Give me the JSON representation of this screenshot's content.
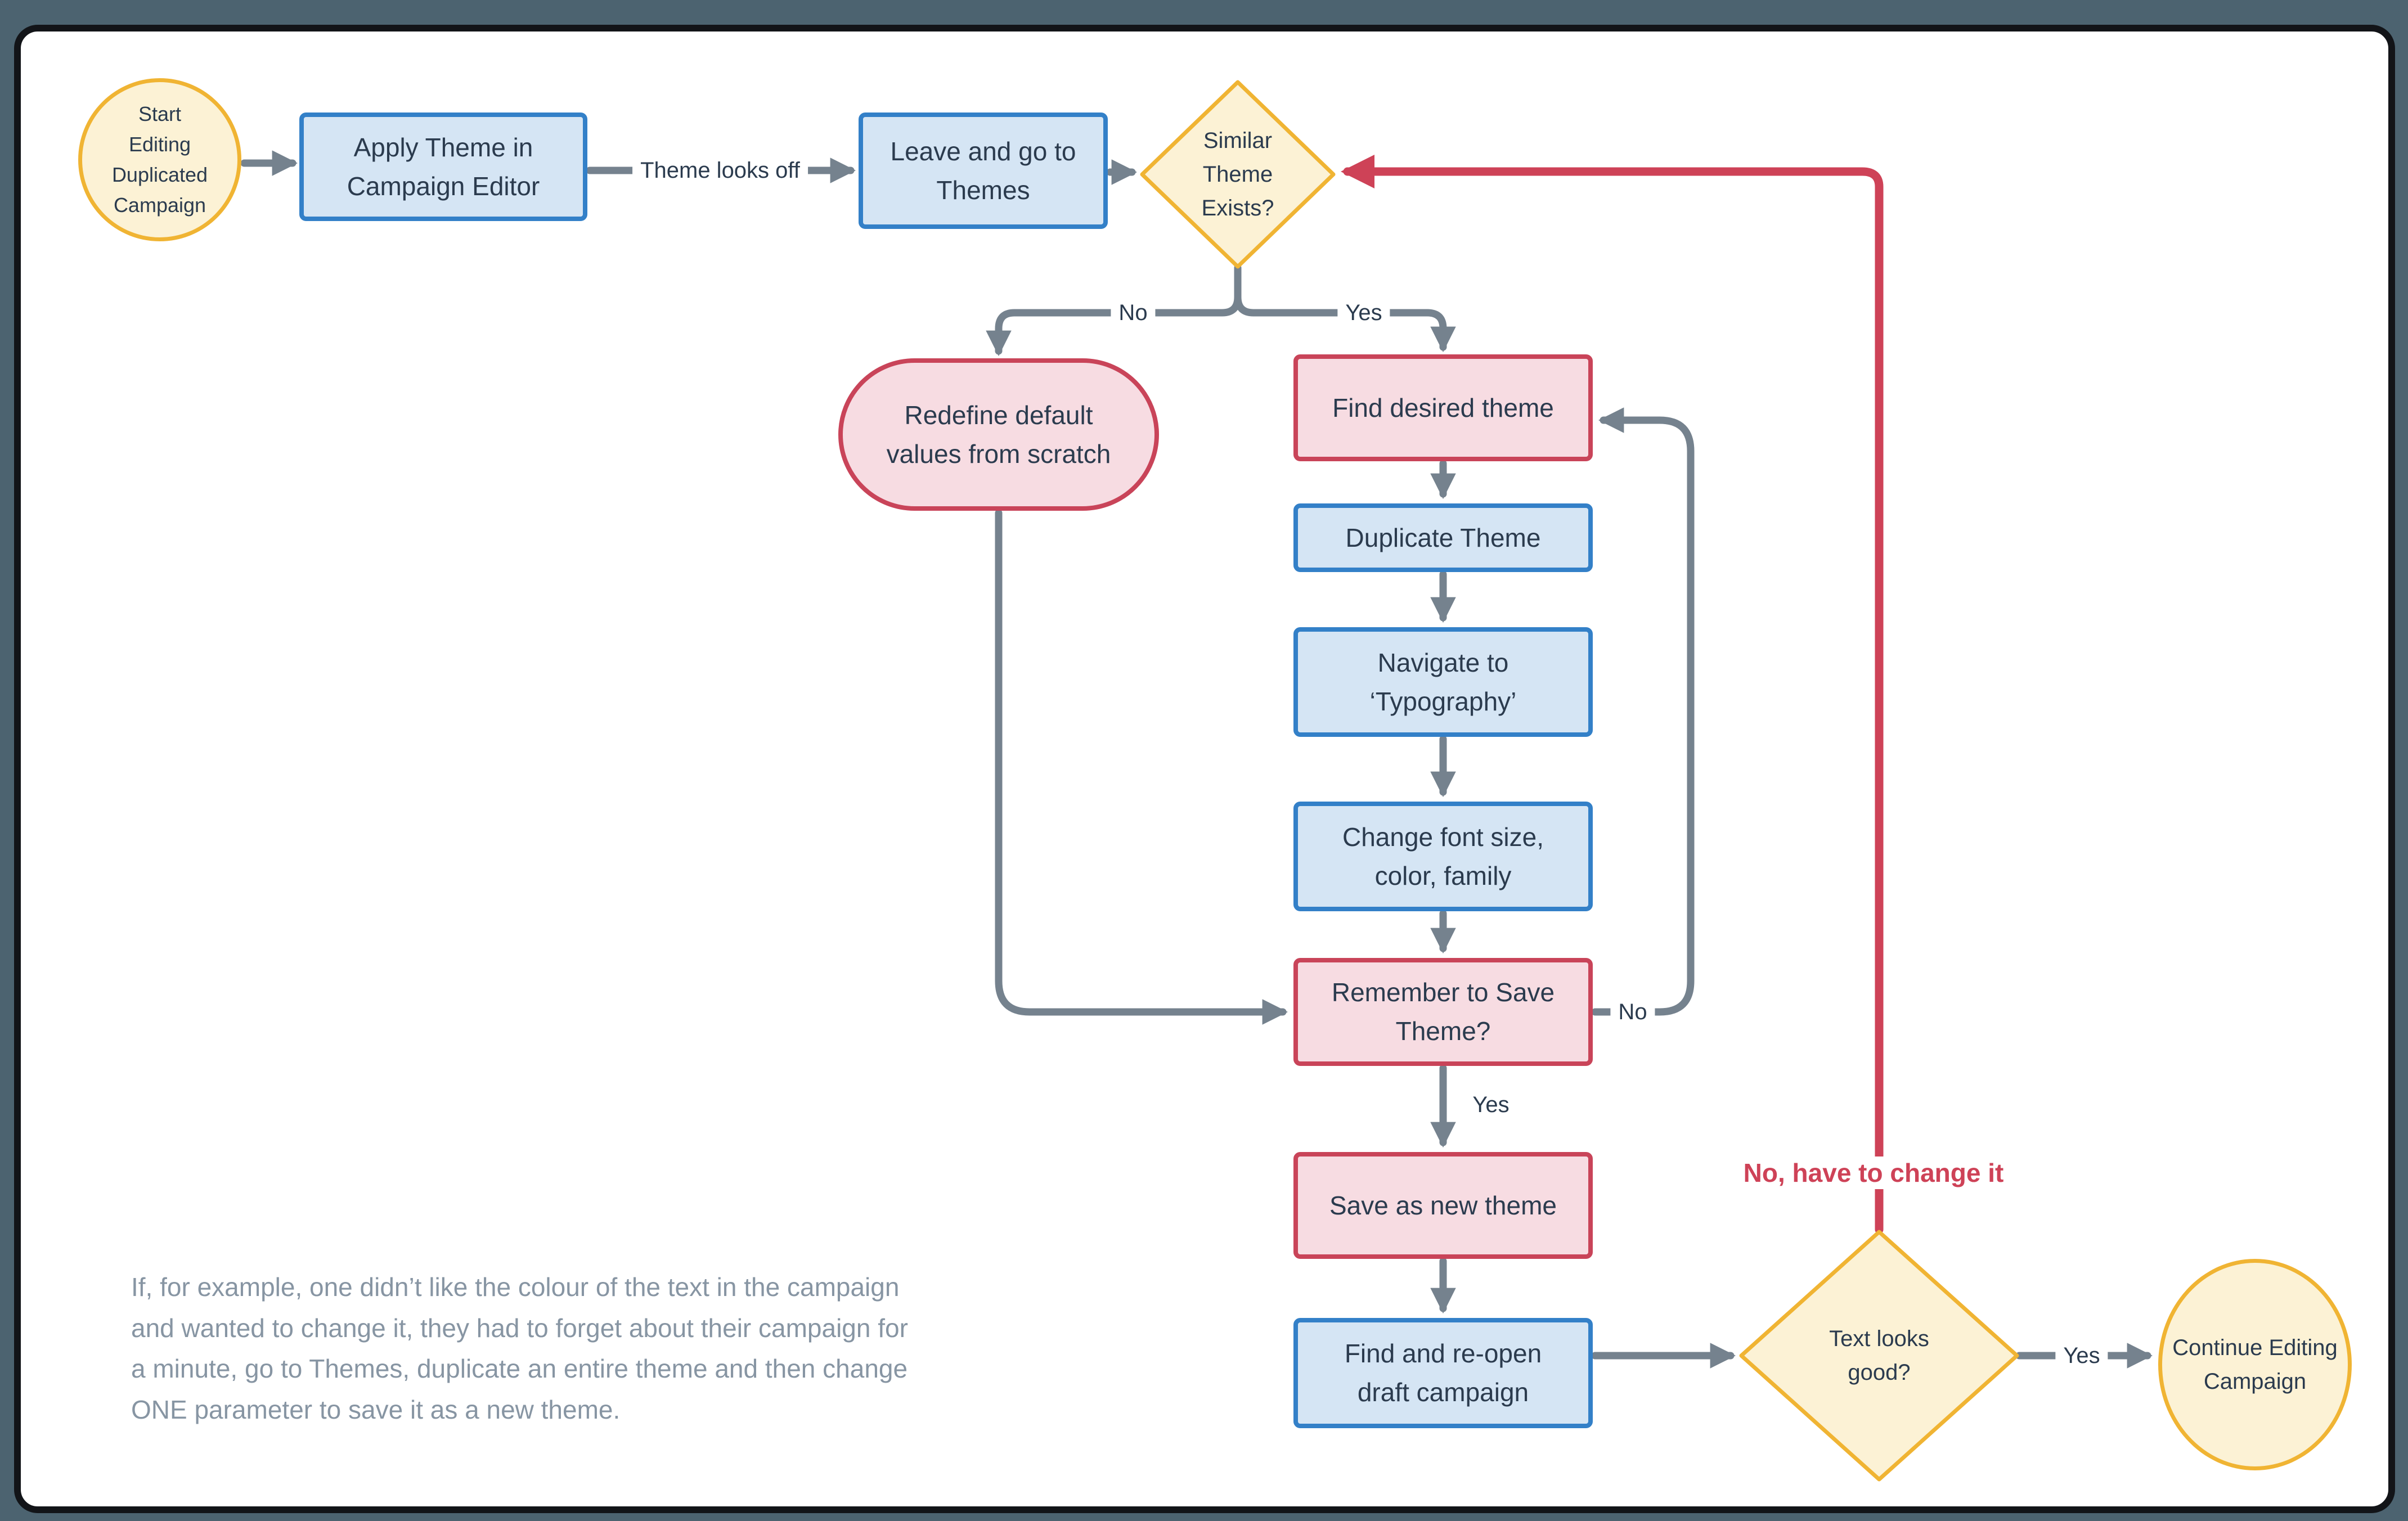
{
  "page": {
    "background": "#4C6370",
    "canvas_background": "#FFFFFF"
  },
  "colors": {
    "blue_border": "#3380C8",
    "blue_fill": "#D5E5F4",
    "pink_border": "#C94459",
    "pink_fill": "#F7DCE2",
    "yellow_border": "#F0B433",
    "yellow_fill": "#FCF2D5",
    "connector_gray": "#75828E",
    "connector_red": "#CE4257",
    "node_text": "#2B3B4E",
    "paragraph_text": "#8795A3"
  },
  "nodes": {
    "start": "Start\nEditing\nDuplicated\nCampaign",
    "apply_theme": "Apply Theme in\nCampaign Editor",
    "leave_go_themes": "Leave and go to\nThemes",
    "similar_theme_exists": "Similar\nTheme\nExists?",
    "redefine_defaults": "Redefine default\nvalues from scratch",
    "find_desired_theme": "Find desired theme",
    "duplicate_theme": "Duplicate Theme",
    "navigate_typography": "Navigate to\n‘Typography’",
    "change_font": "Change font size,\ncolor, family",
    "remember_save": "Remember to Save\nTheme?",
    "save_new_theme": "Save as new theme",
    "find_reopen": "Find and re-open\ndraft campaign",
    "text_looks_good": "Text looks\ngood?",
    "continue_editing": "Continue Editing\nCampaign"
  },
  "edge_labels": {
    "theme_looks_off": "Theme looks off",
    "branch_no": "No",
    "branch_yes": "Yes",
    "save_yes": "Yes",
    "save_no": "No",
    "final_yes": "Yes",
    "no_change": "No, have to change it"
  },
  "paragraph": {
    "lines": [
      "If, for example, one didn’t like the colour of the text in the campaign",
      "and wanted to change it, they had to forget about their campaign for",
      "a minute, go to Themes, duplicate an entire theme and then change",
      "ONE parameter to save it as a new theme."
    ]
  }
}
